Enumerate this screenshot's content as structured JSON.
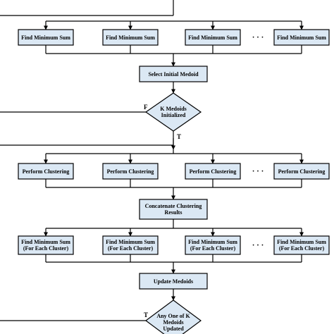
{
  "colors": {
    "box_fill": "#dbe8f4",
    "stroke": "#000000",
    "background": "#ffffff"
  },
  "nodes": {
    "find_sum_1": "Find Minimum Sum",
    "find_sum_2": "Find Minimum Sum",
    "find_sum_3": "Find Minimum Sum",
    "find_sum_4": "Find Minimum Sum",
    "select_initial_medoid": "Select Initial Medoid",
    "k_medoids_initialized": "K Medoids\nInitialized",
    "perform_clustering_1": "Perform Clustering",
    "perform_clustering_2": "Perform Clustering",
    "perform_clustering_3": "Perform Clustering",
    "perform_clustering_4": "Perform Clustering",
    "concatenate_results": "Concatenate Clustering\nResults",
    "find_sum_cluster_1": "Find Minimum Sum\n(For Each Cluster)",
    "find_sum_cluster_2": "Find Minimum Sum\n(For Each Cluster)",
    "find_sum_cluster_3": "Find Minimum Sum\n(For Each Cluster)",
    "find_sum_cluster_4": "Find Minimum Sum\n(For Each Cluster)",
    "update_medoids": "Update Medoids",
    "any_one_updated": "Any One of K\nMedoids\nUpdated"
  },
  "ellipsis": "· · ·",
  "edge_labels": {
    "false": "F",
    "true_down": "T",
    "true_loop": "T"
  }
}
